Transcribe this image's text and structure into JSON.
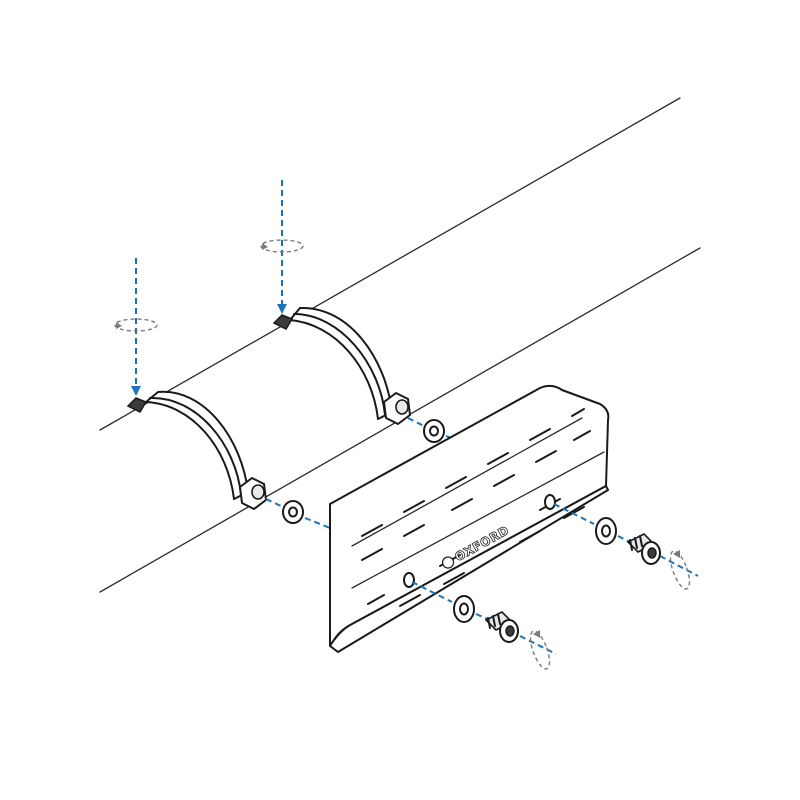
{
  "diagram": {
    "brand_logo_text": "OXFORD",
    "parts": [
      "tube",
      "clamp-left",
      "clamp-right",
      "heat-shield",
      "washer",
      "bolt"
    ],
    "colors": {
      "outline": "#1a1a1a",
      "guide_line": "#1b74b8",
      "rotation_hint": "#7a7a7a",
      "background": "#ffffff"
    }
  }
}
